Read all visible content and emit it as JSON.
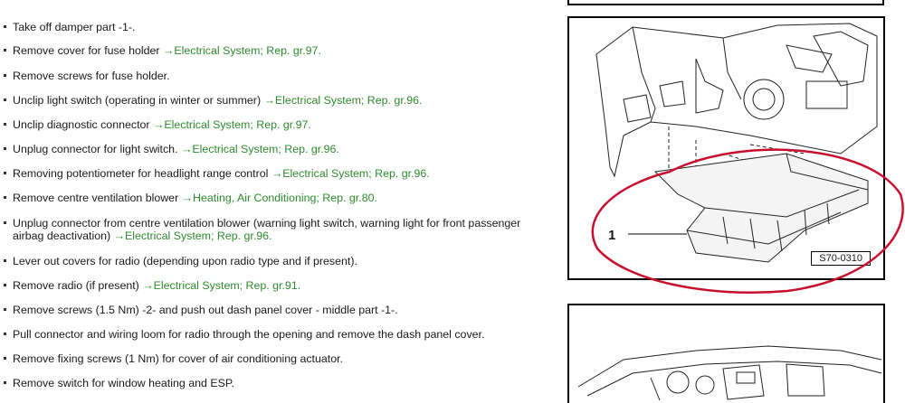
{
  "steps": [
    {
      "text": "Take off damper part -1-.",
      "link": ""
    },
    {
      "text": "Remove cover for fuse holder ",
      "link": "→Electrical System; Rep. gr.97."
    },
    {
      "text": "Remove screws for fuse holder.",
      "link": ""
    },
    {
      "text": "Unclip light switch (operating in winter or summer) ",
      "link": "→Electrical System; Rep. gr.96."
    },
    {
      "text": "Unclip diagnostic connector ",
      "link": "→Electrical System; Rep. gr.97."
    },
    {
      "text": "Unplug connector for light switch. ",
      "link": "→Electrical System; Rep. gr.96."
    },
    {
      "text": "Removing potentiometer for headlight range control ",
      "link": "→Electrical System; Rep. gr.96."
    },
    {
      "text": "Remove centre ventilation blower ",
      "link": "→Heating, Air Conditioning; Rep. gr.80."
    },
    {
      "text": "Unplug connector from centre ventilation blower (warning light switch, warning light for front passenger airbag deactivation) ",
      "link": "→Electrical System; Rep. gr.96."
    },
    {
      "text": "Lever out covers for radio (depending upon radio type and if present).",
      "link": ""
    },
    {
      "text": "Remove radio (if present) ",
      "link": "→Electrical System; Rep. gr.91."
    },
    {
      "text": "Remove screws (1.5 Nm) -2- and push out dash panel cover - middle part -1-.",
      "link": ""
    },
    {
      "text": "Pull connector and wiring loom for radio through the opening and remove the dash panel cover.",
      "link": ""
    },
    {
      "text": "Remove fixing screws (1 Nm) for cover of air conditioning actuator.",
      "link": ""
    },
    {
      "text": "Remove switch for window heating and ESP.",
      "link": ""
    }
  ],
  "figure": {
    "callout": "1",
    "label": "S70-0310"
  },
  "colors": {
    "link": "#2e8b2e",
    "annotation": "#c8102e"
  }
}
